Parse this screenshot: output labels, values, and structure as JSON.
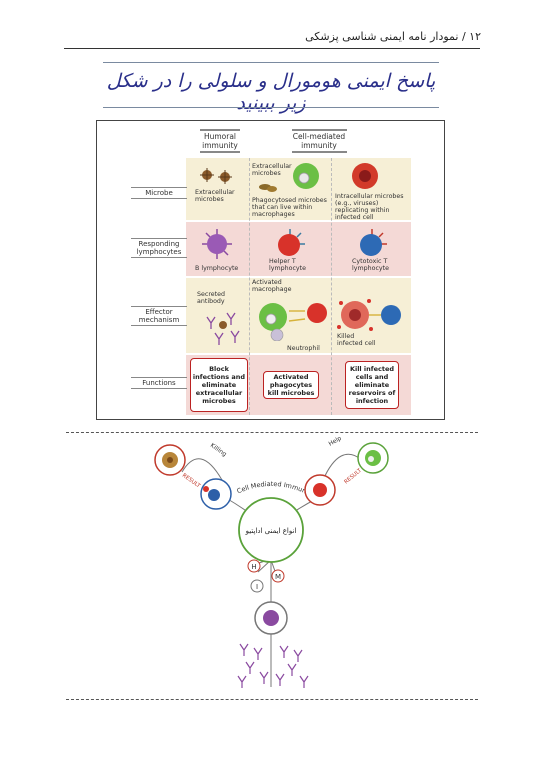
{
  "header": {
    "text": "۱۲ / نمودار نامه ایمنی شناسی پزشکی"
  },
  "title": "پاسخ ایمنی هومورال و سلولی را در شکل زیر ببینید",
  "figure": {
    "columns": {
      "humoral": "Humoral immunity",
      "cell_mediated": "Cell-mediated immunity"
    },
    "rows": {
      "microbe": "Microbe",
      "responding": "Responding lymphocytes",
      "effector": "Effector mechanism",
      "functions": "Functions"
    },
    "cells": {
      "extracellular_microbes": "Extracellular microbes",
      "extracellular_microbes_2": "Extracellular microbes",
      "phagocytosed": "Phagocytosed microbes that can live within macrophages",
      "intracellular": "Intracellular microbes (e.g., viruses) replicating within infected cell",
      "b_lymph": "B lymphocyte",
      "helper_t": "Helper T lymphocyte",
      "cytotoxic_t": "Cytotoxic T lymphocyte",
      "secreted_antibody": "Secreted antibody",
      "activated_macrophage": "Activated macrophage",
      "neutrophil": "Neutrophil",
      "killed_cell": "Killed infected cell"
    },
    "functions": {
      "humoral": "Block infections and eliminate extracellular microbes",
      "phagocytes": "Activated phagocytes kill microbes",
      "kill_infected": "Kill infected cells and eliminate reservoirs of infection"
    }
  },
  "diagram": {
    "center_label": "انواع ایمنی اداپتیو",
    "arc_label": "Cell Mediated Immunity",
    "killing": "Killing",
    "help": "Help",
    "result_left": "RESULT",
    "result_right": "RESULT",
    "node_h": "H",
    "node_m": "M",
    "node_i": "I"
  },
  "colors": {
    "title": "#2a2f8a",
    "green_ring": "#5aa23a",
    "red_ring": "#c0392b",
    "blue_ring": "#2d5fa8",
    "band_yellow": "#f6efd6",
    "band_pink": "#f4d9d6"
  }
}
